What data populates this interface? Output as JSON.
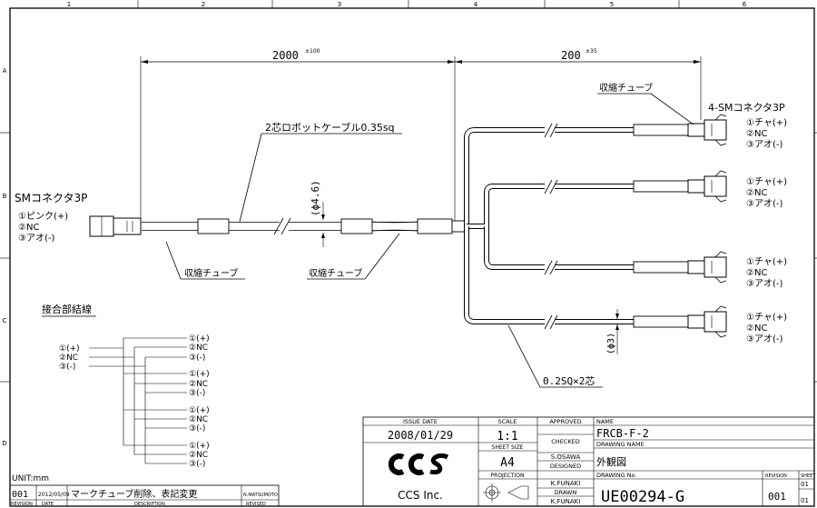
{
  "grid": {
    "columns": [
      "1",
      "2",
      "3",
      "4",
      "5",
      "6"
    ],
    "rows": [
      "A",
      "B",
      "C",
      "D"
    ]
  },
  "dimensions": {
    "main_length": "2000",
    "main_tol": "±100",
    "branch_length": "200",
    "branch_tol": "±35",
    "main_dia": "(ϕ4.6)",
    "branch_dia": "(ϕ3)"
  },
  "labels": {
    "robot_cable": "2芯ロボットケーブル0.35sq",
    "shrink_tube_top": "収縮チューブ",
    "shrink_tube_left": "収縮チューブ",
    "shrink_tube_mid": "収縮チューブ",
    "branch_wire": "0.2SQ×2芯",
    "left_connector": "SMコネクタ3P",
    "right_connector": "4-SMコネクタ3P",
    "wiring_title": "接合部結線"
  },
  "left_pins": [
    "①ピンク(+)",
    "②NC",
    "③アオ(-)"
  ],
  "right_pins": [
    "①チャ(+)",
    "②NC",
    "③アオ(-)"
  ],
  "wiring": {
    "source": [
      "①(+)",
      "②NC",
      "③(-)"
    ],
    "group": [
      "①(+)",
      "②NC",
      "③(-)"
    ]
  },
  "unit": "UNIT:mm",
  "revision": {
    "rev": "001",
    "date": "2012/05/09",
    "description": "マークチューブ削除、表記変更",
    "by": "N.MATSUMOTO",
    "col_rev": "REVISION",
    "col_date": "DATE",
    "col_desc": "DESCRIPTION",
    "col_by": "REVISED"
  },
  "title_block": {
    "issue_date_label": "ISSUE DATE",
    "issue_date": "2008/01/29",
    "scale_label": "SCALE",
    "scale": "1:1",
    "sheet_size_label": "SHEET SIZE",
    "sheet_size": "A4",
    "projection_label": "PROJECTION",
    "approved_label": "APPROVED",
    "checked_label": "CHECKED",
    "checked_by": "S.OSAWA",
    "designed_label": "DESIGNED",
    "designed_by": "K.FUNAKI",
    "drawn_label": "DRAWN",
    "drawn_by": "K.FUNAKI",
    "name_label": "NAME",
    "name": "FRCB-F-2",
    "drawing_name_label": "DRAWING NAME",
    "drawing_name": "外観図",
    "drawing_no_label": "DRAWING No.",
    "drawing_no": "UE00294-G",
    "revision_label": "REVISION",
    "revision": "001",
    "sheet_label": "SHEET",
    "sheet_num": "01",
    "sheet_total": "01",
    "company": "CCS Inc."
  }
}
